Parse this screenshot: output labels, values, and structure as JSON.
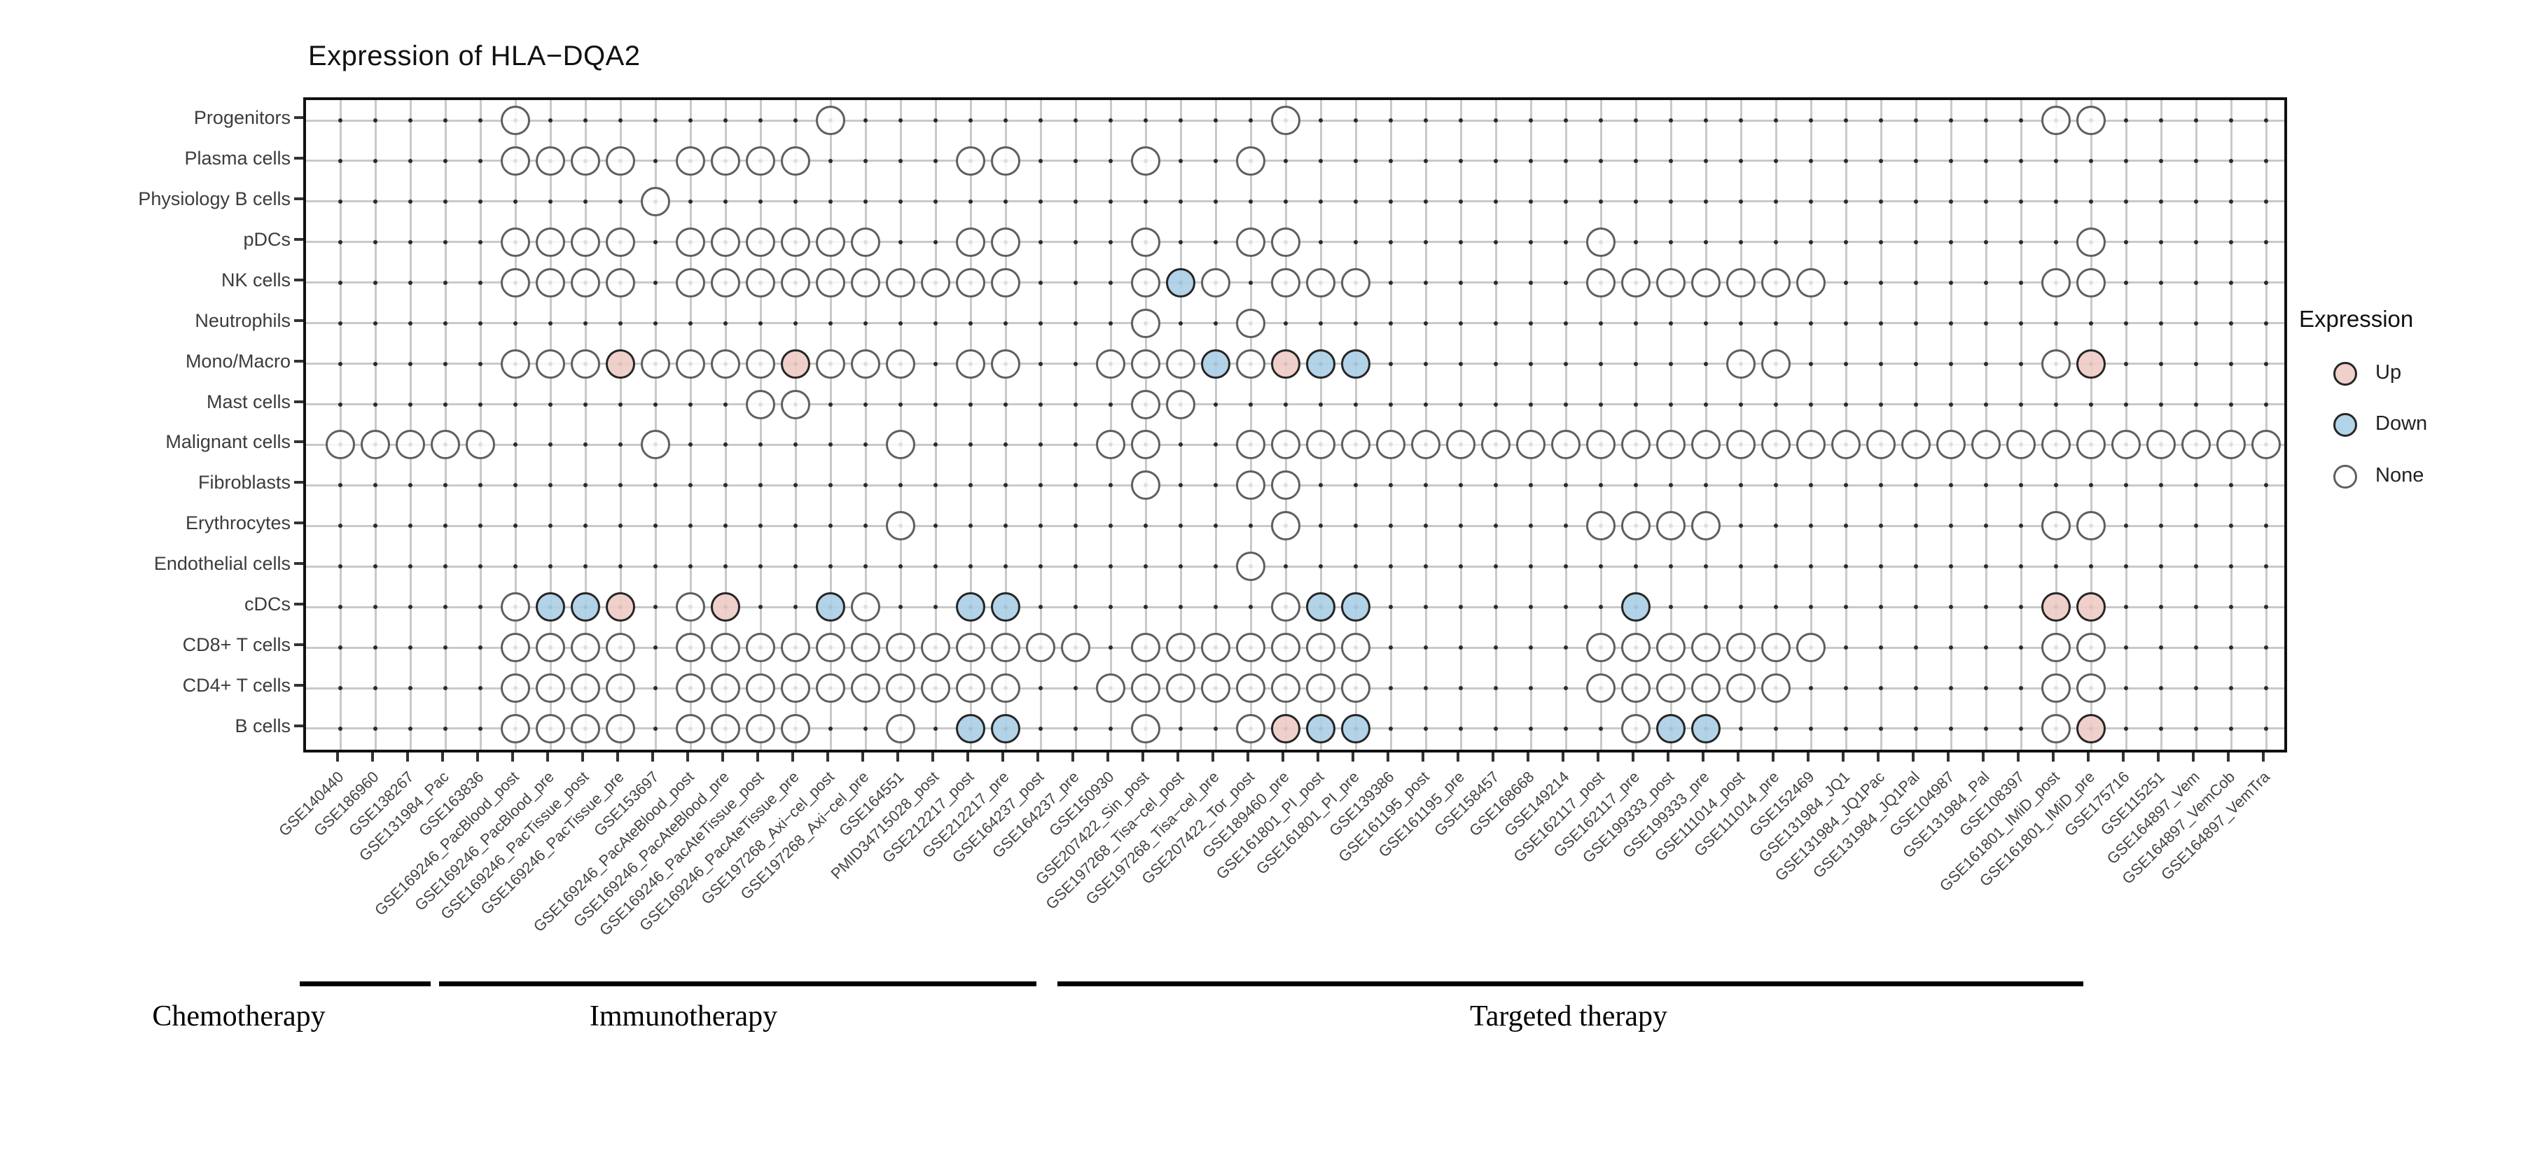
{
  "title": "Expression of HLA−DQA2",
  "legend": {
    "title": "Expression",
    "items": [
      {
        "label": "Up",
        "key": "up"
      },
      {
        "label": "Down",
        "key": "down"
      },
      {
        "label": "None",
        "key": "none"
      }
    ]
  },
  "colors": {
    "up": "#efccc7",
    "down": "#abcfe6",
    "none": "#ffffff",
    "grid": "#c9c9c9",
    "intersection_dot": "#2b2b2b",
    "colored_stroke": "#262626",
    "none_stroke": "#5f5f5f"
  },
  "rows": [
    "Progenitors",
    "Plasma cells",
    "Physiology B cells",
    "pDCs",
    "NK cells",
    "Neutrophils",
    "Mono/Macro",
    "Mast cells",
    "Malignant cells",
    "Fibroblasts",
    "Erythrocytes",
    "Endothelial cells",
    "cDCs",
    "CD8+ T cells",
    "CD4+ T cells",
    "B cells"
  ],
  "cols": [
    "GSE140440",
    "GSE186960",
    "GSE138267",
    "GSE131984_Pac",
    "GSE163836",
    "GSE169246_PacBlood_post",
    "GSE169246_PacBlood_pre",
    "GSE169246_PacTissue_post",
    "GSE169246_PacTissue_pre",
    "GSE153697",
    "GSE169246_PacAteBlood_post",
    "GSE169246_PacAteBlood_pre",
    "GSE169246_PacAteTissue_post",
    "GSE169246_PacAteTissue_pre",
    "GSE197268_Axi−cel_post",
    "GSE197268_Axi−cel_pre",
    "GSE164551",
    "PMID34715028_post",
    "GSE212217_post",
    "GSE212217_pre",
    "GSE164237_post",
    "GSE164237_pre",
    "GSE150930",
    "GSE207422_Sin_post",
    "GSE197268_Tisa−cel_post",
    "GSE197268_Tisa−cel_pre",
    "GSE207422_Tor_post",
    "GSE189460_pre",
    "GSE161801_PI_post",
    "GSE161801_PI_pre",
    "GSE139386",
    "GSE161195_post",
    "GSE161195_pre",
    "GSE158457",
    "GSE168668",
    "GSE149214",
    "GSE162117_post",
    "GSE162117_pre",
    "GSE199333_post",
    "GSE199333_pre",
    "GSE111014_post",
    "GSE111014_pre",
    "GSE152469",
    "GSE131984_JQ1",
    "GSE131984_JQ1Pac",
    "GSE131984_JQ1Pal",
    "GSE104987",
    "GSE131984_Pal",
    "GSE108397",
    "GSE161801_IMiD_post",
    "GSE161801_IMiD_pre",
    "GSE175716",
    "GSE115251",
    "GSE164897_Vem",
    "GSE164897_VemCob",
    "GSE164897_VemTra"
  ],
  "matrix": [
    ".....N........N............N.....................NN.....",
    ".....NNNN.NNNN....NN...N..N.............................",
    ".........N..............................................",
    ".....NNNN.NNNNNN..NN...N..NN........N.............N.....",
    ".....NNNN.NNNNNNNNNN...NDN.NNN......NNNNNNN......NN.....",
    ".......................N..N.............................",
    ".....NNNUNNNNUNNN.NN..NNNDNUDD..........NN.......NU.....",
    "............NN.........NN...............................",
    "NNNNN....N......N.....NN..NNNNNNNNNNNNNNNNNNNNNNNNNNNNNN",
    ".......................N..NN............................",
    "................N..........N........NNNN.........NN.....",
    "..........................N.............................",
    ".....NDDU.NU..DN..DD.......NDD.......D...........UU.....",
    ".....NNNN.NNNNNNNNNNNN.NNNNNNN......NNNNNNN......NN.....",
    ".....NNNN.NNNNNNNNNN..NNNNNNNN......NNNNNN.......NN.....",
    ".....NNNN.NNNN..N.DD...N..NUDD.......NDD.........NU....."
  ],
  "chart_data": {
    "type": "heatmap",
    "title": "Expression of HLA−DQA2",
    "x_categories_note": "56 dataset columns, see cols",
    "y_categories_note": "16 cell types, see rows",
    "cell_values": "matrix strings: '.'=no data, 'N'=None, 'U'=Up, 'D'=Down",
    "legend_position": "right",
    "grid": true
  },
  "groups": [
    {
      "label": "Chemotherapy"
    },
    {
      "label": "Immunotherapy"
    },
    {
      "label": "Targeted therapy"
    }
  ]
}
